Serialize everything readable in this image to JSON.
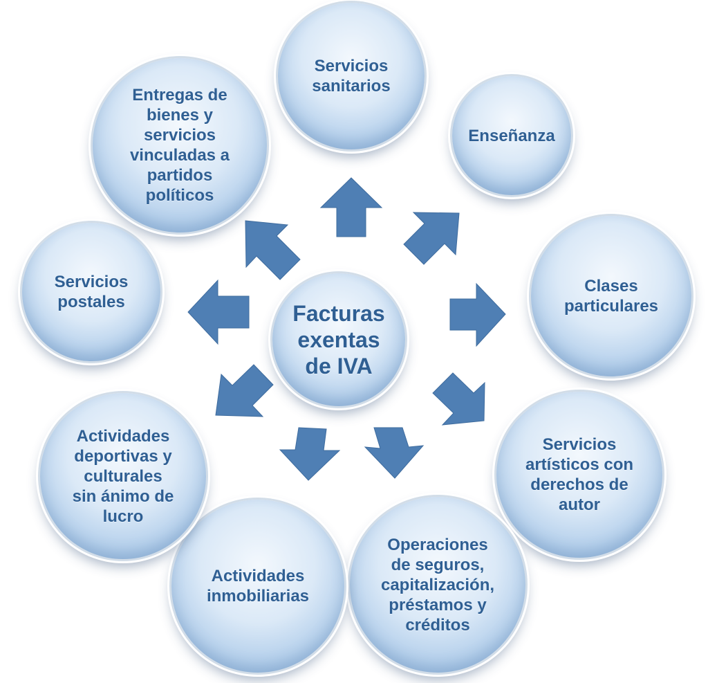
{
  "center": {
    "label": "Facturas\nexentas\nde IVA"
  },
  "nodes": [
    {
      "label": "Servicios\nsanitarios"
    },
    {
      "label": "Enseñanza"
    },
    {
      "label": "Clases\nparticulares"
    },
    {
      "label": "Servicios\nartísticos con\nderechos de\nautor"
    },
    {
      "label": "Operaciones\nde seguros,\ncapitalización,\npréstamos y\ncréditos"
    },
    {
      "label": "Actividades\ninmobiliarias"
    },
    {
      "label": "Actividades\ndeportivas y\nculturales\nsin ánimo de\nlucro"
    },
    {
      "label": "Servicios\npostales"
    },
    {
      "label": "Entregas de\nbienes y\nservicios\nvinculadas a\npartidos\npolíticos"
    }
  ],
  "colors": {
    "arrow": "#4f7fb4",
    "text": "#2f5f93",
    "circle_light": "#f3f8fd",
    "circle_dark": "#87afd9"
  }
}
